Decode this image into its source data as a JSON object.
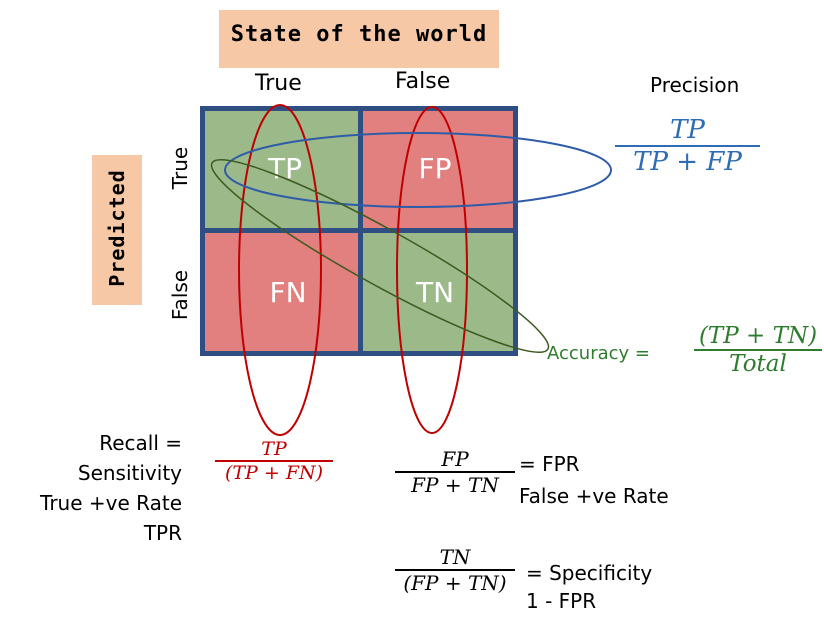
{
  "header": {
    "title": "State of the world",
    "col_true": "True",
    "col_false": "False"
  },
  "side": {
    "title": "Predicted",
    "row_true": "True",
    "row_false": "False"
  },
  "cells": {
    "tp": "TP",
    "fp": "FP",
    "fn": "FN",
    "tn": "TN"
  },
  "precision": {
    "label": "Precision",
    "num": "TP",
    "den": "TP + FP"
  },
  "accuracy": {
    "label": "Accuracy =",
    "num": "(TP + TN)",
    "den": "Total"
  },
  "recall": {
    "l1": "Recall =",
    "l2": "Sensitivity",
    "l3": "True +ve Rate",
    "l4": "TPR",
    "num": "TP",
    "den": "(TP + FN)"
  },
  "fpr": {
    "num": "FP",
    "den": "FP + TN",
    "l1": "= FPR",
    "l2": "False +ve Rate"
  },
  "specificity": {
    "num": "TN",
    "den": "(FP + TN)",
    "l1": "= Specificity",
    "l2": "1 - FPR"
  },
  "colors": {
    "green_cell": "#9cb98a",
    "red_cell": "#e27f7f",
    "grid_border": "#2f4f82",
    "red_ellipse": "#c00000",
    "blue_ellipse": "#2e5ca8",
    "green_ellipse": "#3d5a1e",
    "precision_text": "#2e6db4",
    "accuracy_text": "#2e7d2e",
    "recall_text": "#c00000",
    "banner": "#f7c8a6"
  }
}
